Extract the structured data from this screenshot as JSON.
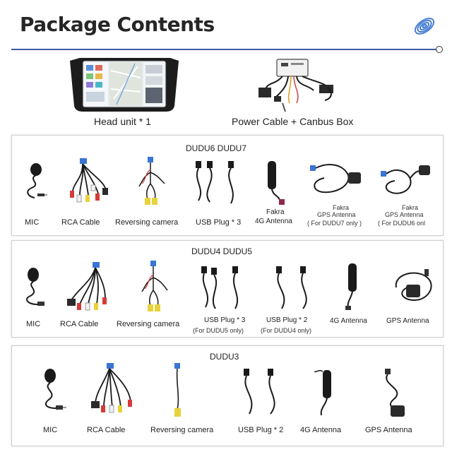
{
  "header": {
    "title": "Package Contents"
  },
  "top": {
    "head_unit": "Head unit * 1",
    "power": "Power Cable + Canbus Box"
  },
  "panels": [
    {
      "title": "DUDU6  DUDU7",
      "items": {
        "mic": "MIC",
        "rca": "RCA Cable",
        "rev": "Reversing camera",
        "usb": "USB Plug * 3",
        "fakra4g_1": "Fakra",
        "fakra4g_2": "4G Antenna",
        "gps7_1": "Fakra",
        "gps7_2": "GPS Antenna",
        "gps7_3": "( For DUDU7 only )",
        "gps6_1": "Fakra",
        "gps6_2": "GPS Antenna",
        "gps6_3": "( For DUDU6 onl"
      }
    },
    {
      "title": "DUDU4  DUDU5",
      "items": {
        "mic": "MIC",
        "rca": "RCA Cable",
        "rev": "Reversing camera",
        "usb3_1": "USB Plug * 3",
        "usb3_2": "(For DUDU5 only)",
        "usb2_1": "USB Plug * 2",
        "usb2_2": "(For DUDU4 only)",
        "ant4g": "4G Antenna",
        "gps": "GPS Antenna"
      }
    },
    {
      "title": "DUDU3",
      "items": {
        "mic": "MIC",
        "rca": "RCA Cable",
        "rev": "Reversing camera",
        "usb": "USB Plug * 2",
        "ant4g": "4G Antenna",
        "gps": "GPS Antenna"
      }
    }
  ],
  "colors": {
    "accent": "#3d5aa5",
    "cable": "#1a1a1a",
    "logo": "#4a7fd4"
  }
}
